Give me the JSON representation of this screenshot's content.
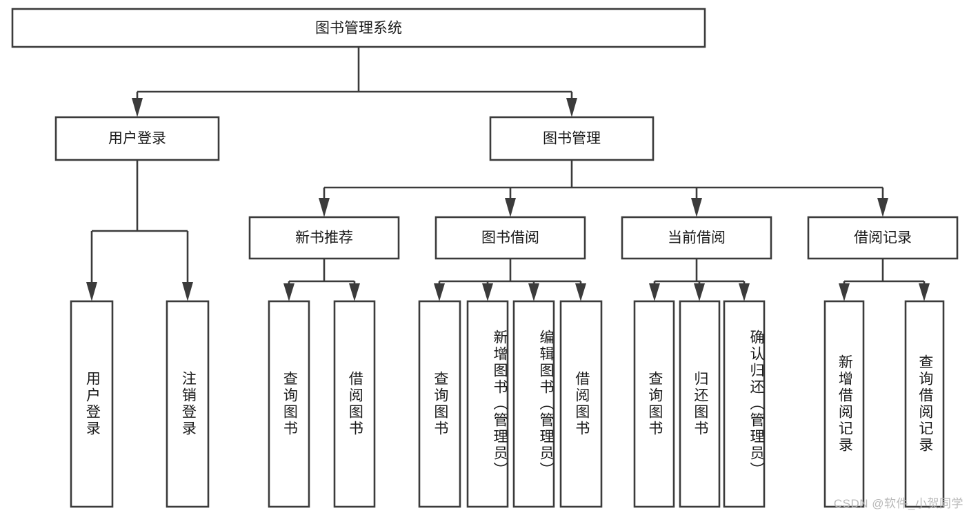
{
  "diagram": {
    "type": "tree",
    "title": "图书管理系统",
    "watermark": "CSDN @软件_小贺同学",
    "root": {
      "label": "图书管理系统"
    },
    "level2": [
      {
        "label": "用户登录"
      },
      {
        "label": "图书管理"
      }
    ],
    "level3": [
      {
        "label": "新书推荐"
      },
      {
        "label": "图书借阅"
      },
      {
        "label": "当前借阅"
      },
      {
        "label": "借阅记录"
      }
    ],
    "leaves": [
      {
        "label": "用户登录",
        "parent": "用户登录"
      },
      {
        "label": "注销登录",
        "parent": "用户登录"
      },
      {
        "label": "查询图书",
        "parent": "新书推荐"
      },
      {
        "label": "借阅图书",
        "parent": "新书推荐"
      },
      {
        "label": "查询图书",
        "parent": "图书借阅"
      },
      {
        "label": "新增图书（管理员）",
        "parent": "图书借阅"
      },
      {
        "label": "编辑图书（管理员）",
        "parent": "图书借阅"
      },
      {
        "label": "借阅图书",
        "parent": "图书借阅"
      },
      {
        "label": "查询图书",
        "parent": "当前借阅"
      },
      {
        "label": "归还图书",
        "parent": "当前借阅"
      },
      {
        "label": "确认归还（管理员）",
        "parent": "当前借阅"
      },
      {
        "label": "新增借阅记录",
        "parent": "借阅记录"
      },
      {
        "label": "查询借阅记录",
        "parent": "借阅记录"
      }
    ],
    "colors": {
      "stroke": "#3b3b3b",
      "fill": "#ffffff",
      "text": "#1a1a1a",
      "watermark": "#b9b9b9"
    }
  }
}
